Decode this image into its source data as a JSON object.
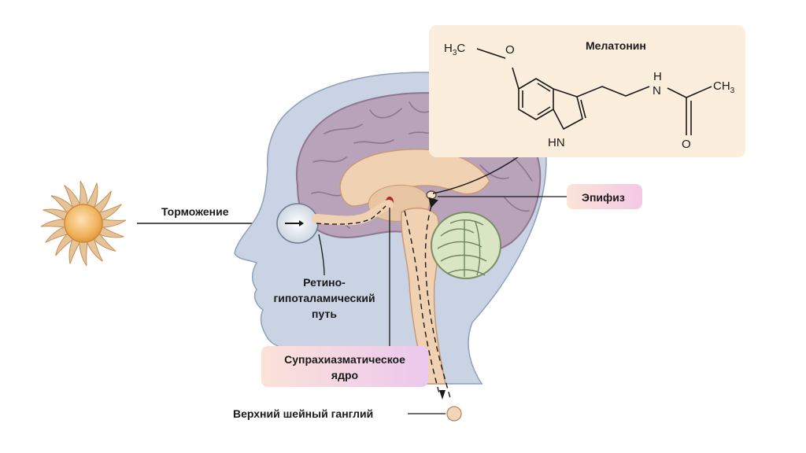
{
  "labels": {
    "inhibition": "Торможение",
    "retino_line1": "Ретино-",
    "retino_line2": "гипоталамический",
    "retino_line3": "путь",
    "scn_line1": "Супрахиазматическое",
    "scn_line2": "ядро",
    "ganglion": "Верхний шейный ганглий",
    "pineal": "Эпифиз",
    "melatonin": "Мелатонин"
  },
  "molecule": {
    "methyl_left": "H",
    "methyl_left_sub": "3",
    "methyl_left_c": "C",
    "oxygen_ether": "O",
    "amide_h": "H",
    "amide_n": "N",
    "indole_nh": "HN",
    "acetyl_c": "CH",
    "acetyl_sub": "3",
    "carbonyl_o": "O"
  },
  "colors": {
    "head_fill": "#c9d3e3",
    "brain_fill": "#b8a2b8",
    "brain_stroke": "#8e7590",
    "inner_fill": "#f0d2b2",
    "cerebellum_fill": "#d9e6c4",
    "sun_core": "#f1b45e",
    "sun_rays": "#e9c9a0",
    "scn_dot": "#b0282e",
    "molecule_panel": "#fbeedd",
    "pineal_box": "#f9d7dc",
    "scn_box": "#f6d2e0"
  }
}
